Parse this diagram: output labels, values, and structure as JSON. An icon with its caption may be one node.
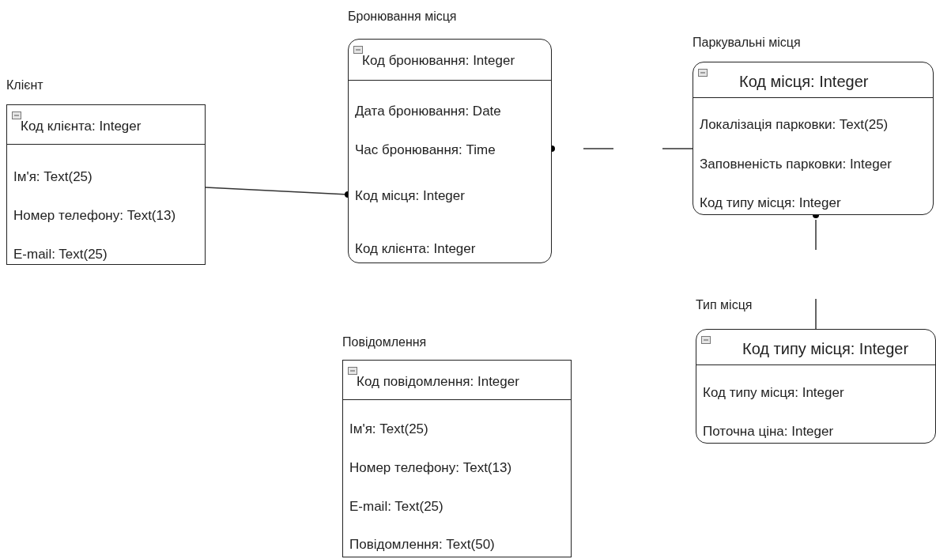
{
  "diagram": {
    "nodes": [
      {
        "text": [
          "Клієнт",
          "Код клієнта: Integer",
          "Ім'я: Text(25)",
          "Номер телефону: Text(13)",
          "E-mail: Text(25)"
        ]
      },
      {
        "text": [
          "Бронювання місця",
          "Код бронювання: Integer",
          "Дата бронювання: Date",
          "Час бронювання: Time",
          "Код місця: Integer",
          "Код клієнта: Integer"
        ]
      },
      {
        "text": [
          "Паркувальні місця",
          "Код місця: Integer",
          "Локалізація парковки: Text(25)",
          "Заповненість парковки: Integer",
          "Код типу місця: Integer"
        ]
      },
      {
        "text": [
          "Тип місця",
          "Код типу місця: Integer",
          "Код типу місця: Integer",
          "Поточна ціна: Integer"
        ]
      },
      {
        "text": [
          "Повідомлення",
          "Код повідомлення: Integer",
          "Ім'я: Text(25)",
          "Номер телефону: Text(13)",
          "E-mail: Text(25)",
          "Повідомлення: Text(50)"
        ]
      }
    ],
    "edges": [
      {
        "from": 0,
        "to": 1,
        "arrow": "other"
      },
      {
        "from": 2,
        "to": 1,
        "arrow": "other",
        "style": "dashed"
      },
      {
        "from": 3,
        "to": 2,
        "arrow": "other",
        "style": "dashed"
      }
    ]
  }
}
